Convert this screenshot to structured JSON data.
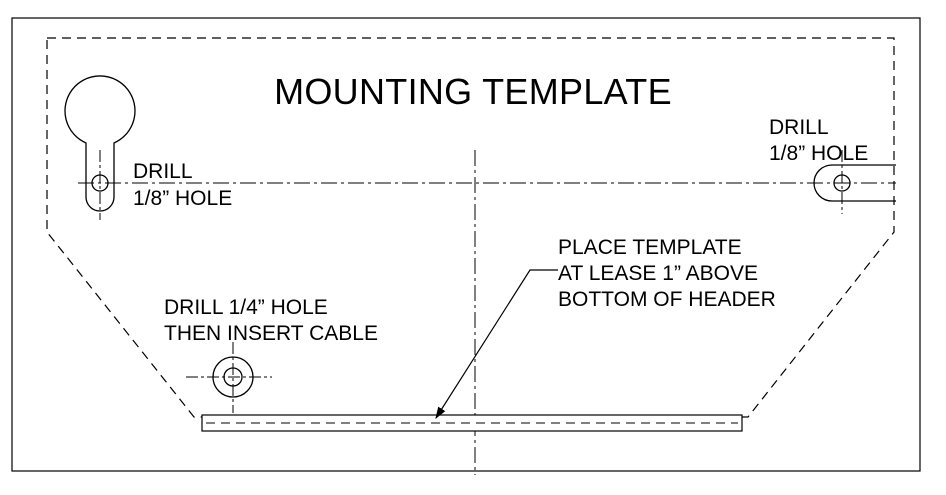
{
  "title": "MOUNTING TEMPLATE",
  "notes": {
    "left_hole": [
      "DRILL",
      "1/8” HOLE"
    ],
    "right_hole": [
      "DRILL",
      "1/8” HOLE"
    ],
    "cable_hole": [
      "DRILL 1/4” HOLE",
      "THEN INSERT CABLE"
    ],
    "placement": [
      "PLACE TEMPLATE",
      "AT LEASE 1” ABOVE",
      "BOTTOM OF HEADER"
    ]
  }
}
